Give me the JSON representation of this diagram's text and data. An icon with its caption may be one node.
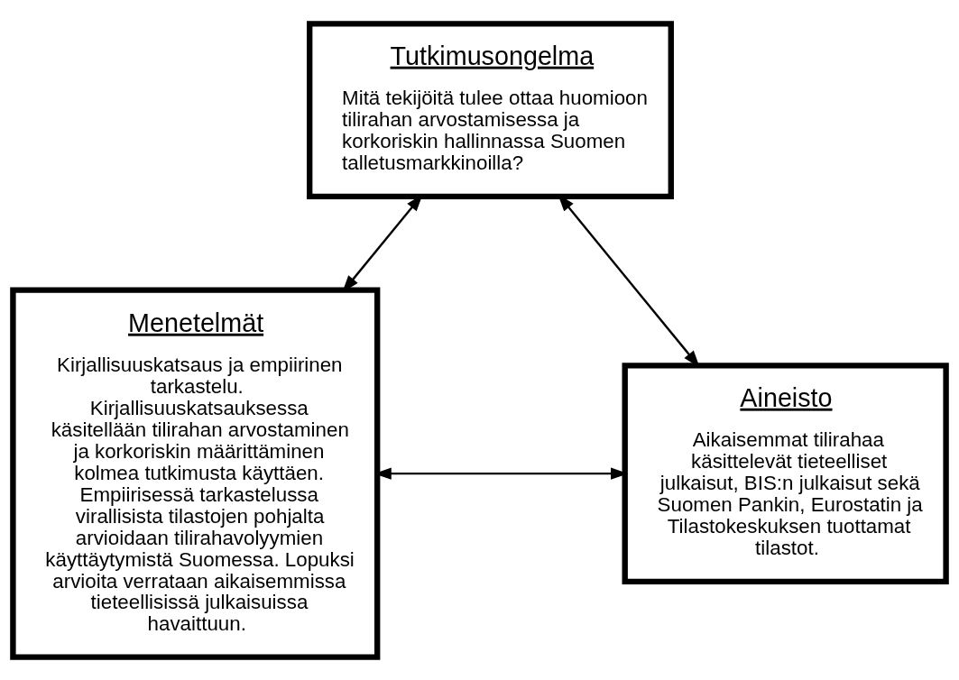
{
  "diagram": {
    "nodes": [
      {
        "text": [
          "Tutkimusongelma",
          "Mitä tekijöitä tulee ottaa huomioon tilirahan arvostamisessa ja korkoriskin hallinnassa Suomen talletusmarkkinoilla?"
        ]
      },
      {
        "text": [
          "Aineisto",
          "Aikaisemmat tilirahaa käsittelevät tieteelliset julkaisut, BIS:n julkaisut sekä Suomen Pankin, Eurostatin ja Tilastokeskuksen tuottamat tilastot."
        ]
      },
      {
        "text": [
          "Menetelmät",
          "Kirjallisuuskatsaus ja empiirinen tarkastelu. Kirjallisuuskatsauksessa käsitellään tilirahan arvostaminen ja korkoriskin määrittäminen kolmea tutkimusta käyttäen. Empiirisessä tarkastelussa virallisista tilastojen pohjalta arvioidaan tilirahavolyymien käyttäytymistä Suomessa. Lopuksi arvioita verrataan aikaisemmissa tieteellisissä julkaisuissa havaittuun."
        ]
      }
    ],
    "edges": [
      {
        "from": 1,
        "to": 0,
        "arrow": "both"
      },
      {
        "from": 0,
        "to": 2,
        "arrow": "both"
      },
      {
        "from": 1,
        "to": 2,
        "arrow": "both"
      }
    ]
  }
}
